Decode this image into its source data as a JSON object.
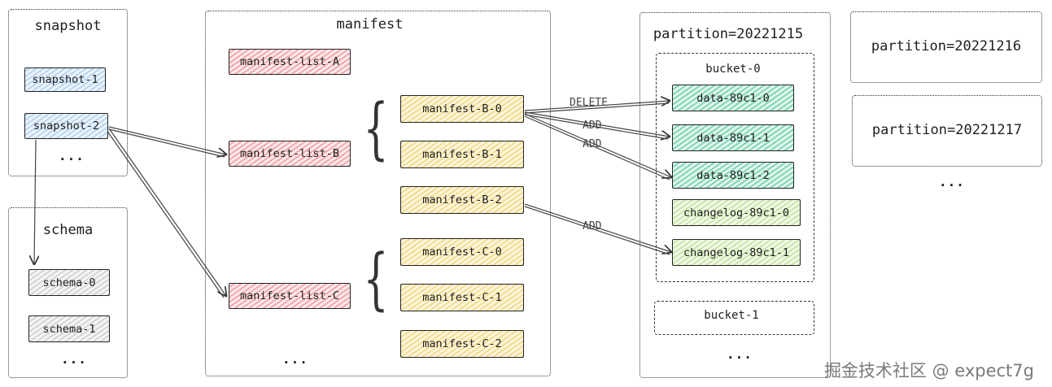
{
  "snapshot": {
    "title": "snapshot",
    "items": [
      "snapshot-1",
      "snapshot-2"
    ],
    "more": "..."
  },
  "schema": {
    "title": "schema",
    "items": [
      "schema-0",
      "schema-1"
    ],
    "more": "..."
  },
  "manifest": {
    "title": "manifest",
    "lists": [
      "manifest-list-A",
      "manifest-list-B",
      "manifest-list-C"
    ],
    "b_files": [
      "manifest-B-0",
      "manifest-B-1",
      "manifest-B-2"
    ],
    "c_files": [
      "manifest-C-0",
      "manifest-C-1",
      "manifest-C-2"
    ],
    "more": "..."
  },
  "partition_main": {
    "title": "partition=20221215",
    "bucket0": {
      "title": "bucket-0",
      "files": [
        "data-89c1-0",
        "data-89c1-1",
        "data-89c1-2",
        "changelog-89c1-0",
        "changelog-89c1-1"
      ]
    },
    "bucket1": {
      "title": "bucket-1"
    },
    "more": "..."
  },
  "partitions_other": {
    "p1": "partition=20221216",
    "p2": "partition=20221217",
    "more": "..."
  },
  "edge_labels": {
    "delete": "DELETE",
    "add1": "ADD",
    "add2": "ADD",
    "add3": "ADD"
  },
  "watermark": "掘金技术社区 @ expect7g",
  "colors": {
    "snapshot": "#b9d6ef",
    "manifest_list": "#f3a8ad",
    "manifest_file": "#f3dc8e",
    "data_file": "#7fd6b3",
    "changelog_file": "#c9e6a6",
    "schema": "#d4d4d4"
  }
}
